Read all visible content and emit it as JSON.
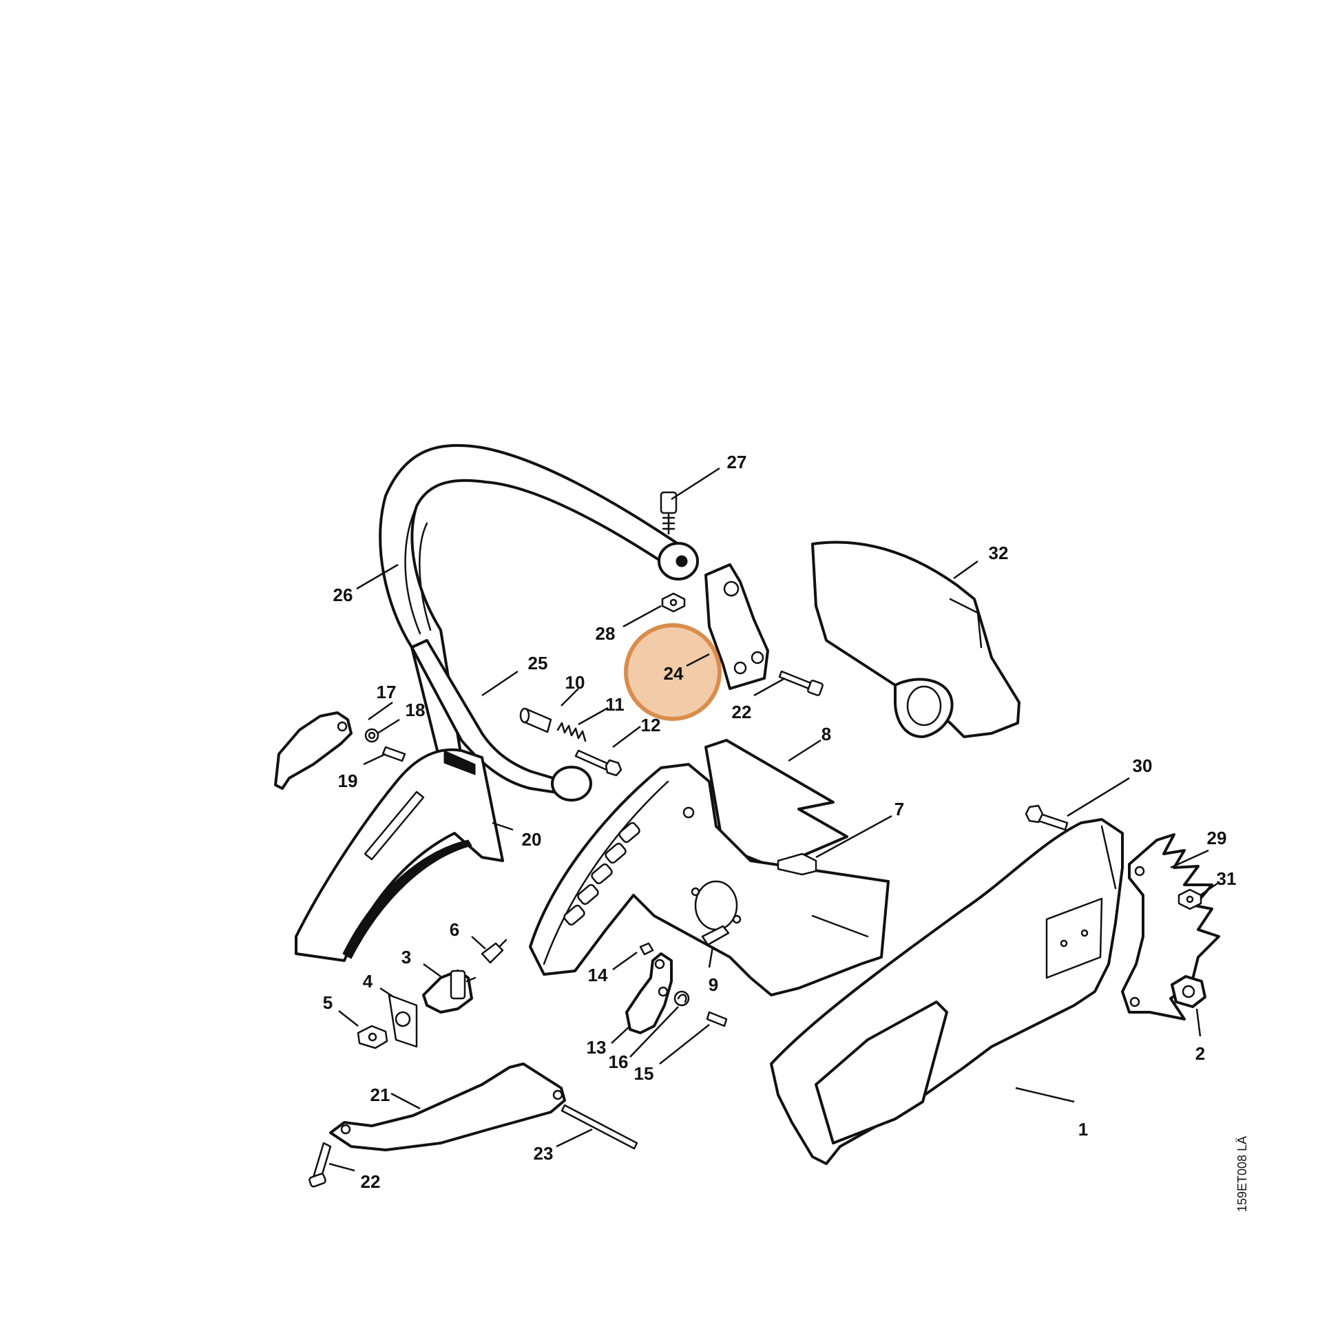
{
  "drawing_id": "159ET008 LÄ",
  "highlighted_callout": "24",
  "colors": {
    "highlight_fill": "#f2cba9",
    "highlight_stroke": "#d98d4c",
    "line": "#111111",
    "background": "#ffffff"
  },
  "callouts": [
    {
      "number": "1"
    },
    {
      "number": "2"
    },
    {
      "number": "3"
    },
    {
      "number": "4"
    },
    {
      "number": "5"
    },
    {
      "number": "6"
    },
    {
      "number": "7"
    },
    {
      "number": "8"
    },
    {
      "number": "9"
    },
    {
      "number": "10"
    },
    {
      "number": "11"
    },
    {
      "number": "12"
    },
    {
      "number": "13"
    },
    {
      "number": "14"
    },
    {
      "number": "15"
    },
    {
      "number": "16"
    },
    {
      "number": "17"
    },
    {
      "number": "18"
    },
    {
      "number": "19"
    },
    {
      "number": "20"
    },
    {
      "number": "21"
    },
    {
      "number": "22"
    },
    {
      "number": "22"
    },
    {
      "number": "23"
    },
    {
      "number": "24"
    },
    {
      "number": "25"
    },
    {
      "number": "26"
    },
    {
      "number": "27"
    },
    {
      "number": "28"
    },
    {
      "number": "29"
    },
    {
      "number": "30"
    },
    {
      "number": "31"
    },
    {
      "number": "32"
    }
  ]
}
